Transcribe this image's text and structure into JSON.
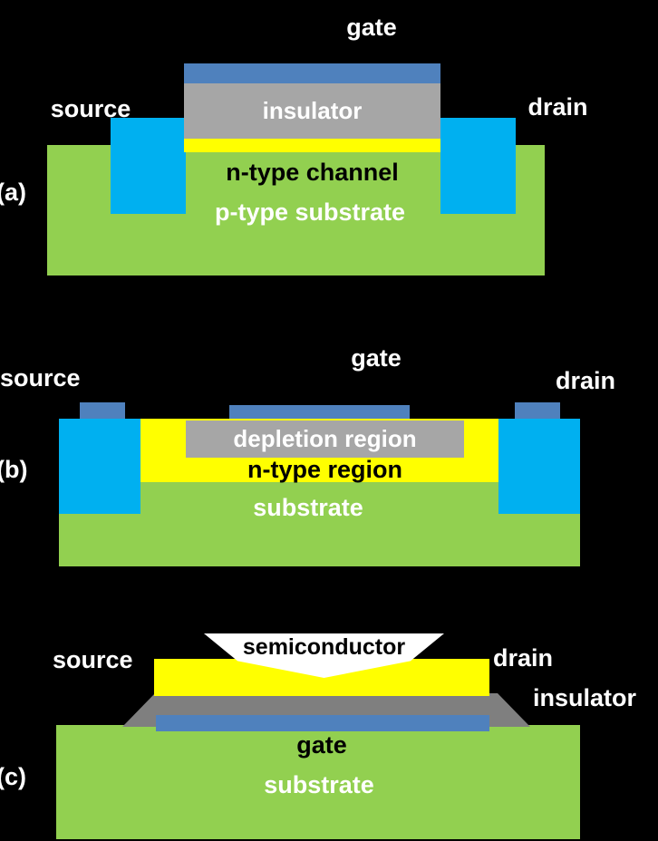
{
  "colors": {
    "background": "#000000",
    "substrate_green": "#92d050",
    "contact_cyan": "#00b0f0",
    "gate_blue": "#4f81bd",
    "channel_yellow": "#ffff00",
    "insulator_gray": "#a6a6a6",
    "insulator_darkgray": "#7f7f7f",
    "semiconductor_white": "#ffffff",
    "text_white": "#ffffff",
    "text_black": "#000000"
  },
  "diagrams": {
    "a": {
      "tag": "(a)",
      "gate_label": "gate",
      "source_label": "source",
      "drain_label": "drain",
      "insulator_label": "insulator",
      "channel_label": "n-type channel",
      "substrate_label": "p-type substrate"
    },
    "b": {
      "tag": "(b)",
      "gate_label": "gate",
      "source_label": "source",
      "drain_label": "drain",
      "depletion_label": "depletion region",
      "region_label": "n-type region",
      "substrate_label": "substrate"
    },
    "c": {
      "tag": "(c)",
      "source_label": "source",
      "drain_label": "drain",
      "semiconductor_label": "semiconductor",
      "insulator_label": "insulator",
      "gate_label": "gate",
      "substrate_label": "substrate"
    }
  }
}
